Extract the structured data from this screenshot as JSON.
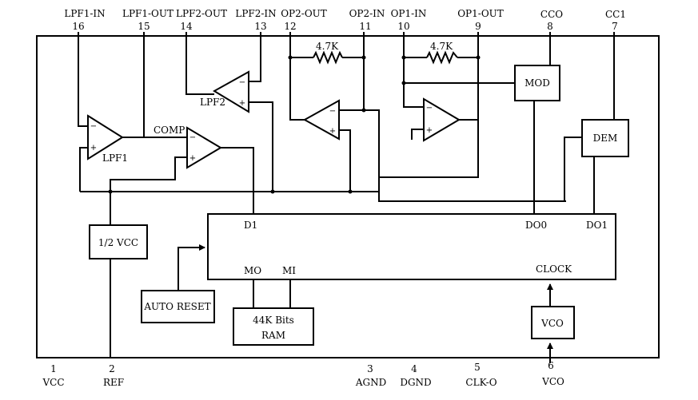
{
  "pins_top": [
    {
      "num": "16",
      "name": "LPF1-IN"
    },
    {
      "num": "15",
      "name": "LPF1-OUT"
    },
    {
      "num": "14",
      "name": "LPF2-OUT"
    },
    {
      "num": "13",
      "name": "LPF2-IN"
    },
    {
      "num": "12",
      "name": "OP2-OUT"
    },
    {
      "num": "11",
      "name": "OP2-IN"
    },
    {
      "num": "10",
      "name": "OP1-IN"
    },
    {
      "num": "9",
      "name": "OP1-OUT"
    },
    {
      "num": "8",
      "name": "CCO"
    },
    {
      "num": "7",
      "name": "CC1"
    }
  ],
  "pins_bottom": [
    {
      "num": "1",
      "name": "VCC"
    },
    {
      "num": "2",
      "name": "REF"
    },
    {
      "num": "3",
      "name": "AGND"
    },
    {
      "num": "4",
      "name": "DGND"
    },
    {
      "num": "5",
      "name": "CLK-O"
    },
    {
      "num": "6",
      "name": "VCO"
    }
  ],
  "resistors": [
    "4.7K",
    "4.7K"
  ],
  "amplifiers": {
    "lpf1": "LPF1",
    "lpf2": "LPF2",
    "comp": "COMP",
    "minus": "−",
    "plus": "+"
  },
  "blocks": {
    "mod": "MOD",
    "dem": "DEM",
    "half_vcc": "1/2 VCC",
    "auto_reset": "AUTO RESET",
    "ram_line1": "44K Bits",
    "ram_line2": "RAM",
    "vco": "VCO"
  },
  "core": {
    "d1": "D1",
    "do0": "DO0",
    "do1": "DO1",
    "mo": "MO",
    "mi": "MI",
    "clock": "CLOCK"
  }
}
